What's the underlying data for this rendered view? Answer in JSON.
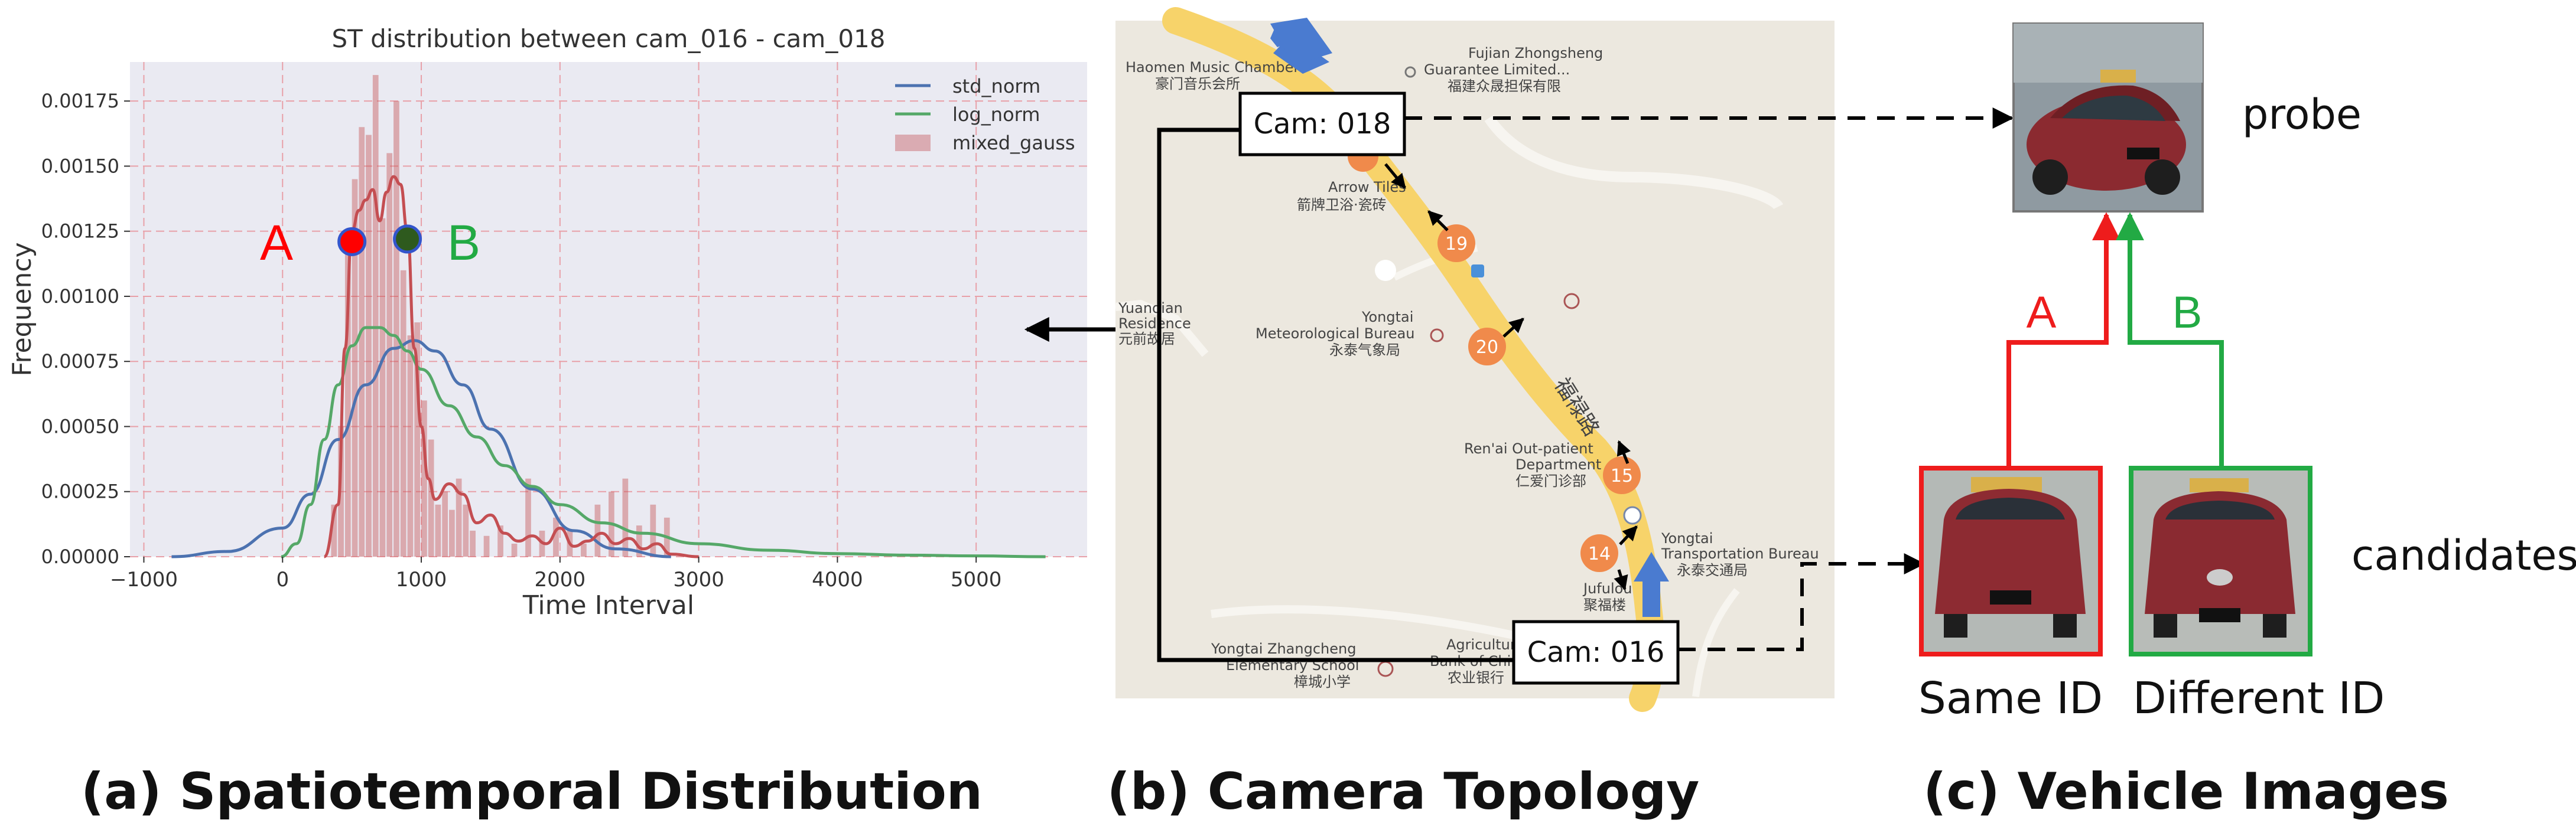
{
  "captions": {
    "a": "(a) Spatiotemporal Distribution",
    "b": "(b) Camera Topology",
    "c": "(c) Vehicle Images"
  },
  "chart_data": {
    "type": "line",
    "title": "ST distribution between cam_016 - cam_018",
    "xlabel": "Time Interval",
    "ylabel": "Frequency",
    "xlim": [
      -1100,
      5800
    ],
    "ylim": [
      0,
      0.0019
    ],
    "grid": true,
    "legend_position": "top-right",
    "xticks": [
      -1000,
      0,
      1000,
      2000,
      3000,
      4000,
      5000
    ],
    "yticks": [
      0.0,
      0.00025,
      0.0005,
      0.00075,
      0.001,
      0.00125,
      0.0015,
      0.00175
    ],
    "ytick_labels": [
      "0.00000",
      "0.00025",
      "0.00050",
      "0.00075",
      "0.00100",
      "0.00125",
      "0.00150",
      "0.00175"
    ],
    "series": [
      {
        "name": "std_norm",
        "color": "#4c72b0",
        "x": [
          -800,
          -400,
          0,
          200,
          400,
          600,
          800,
          950,
          1100,
          1300,
          1500,
          1800,
          2100,
          2400,
          2800
        ],
        "y": [
          0.0,
          2e-05,
          0.00011,
          0.00024,
          0.00045,
          0.00066,
          0.0008,
          0.00083,
          0.00079,
          0.00066,
          0.00049,
          0.00026,
          0.0001,
          3e-05,
          0.0
        ]
      },
      {
        "name": "log_norm",
        "color": "#55a868",
        "x": [
          -10,
          100,
          200,
          300,
          400,
          500,
          600,
          700,
          800,
          900,
          1000,
          1200,
          1400,
          1600,
          1800,
          2000,
          2300,
          2600,
          3000,
          3500,
          4000,
          4500,
          5000,
          5500
        ],
        "y": [
          0.0,
          5e-05,
          0.0002,
          0.00045,
          0.00066,
          0.00081,
          0.00088,
          0.00088,
          0.00085,
          0.00079,
          0.00072,
          0.00058,
          0.00046,
          0.00035,
          0.00027,
          0.0002,
          0.00013,
          9e-05,
          5e-05,
          2.5e-05,
          1.2e-05,
          6e-06,
          3e-06,
          0.0
        ]
      },
      {
        "name": "mixed_gauss",
        "color": "#c44e52",
        "x": [
          300,
          400,
          450,
          500,
          550,
          600,
          650,
          700,
          750,
          800,
          850,
          900,
          950,
          1000,
          1050,
          1100,
          1200,
          1300,
          1400,
          1500,
          1600,
          1700,
          1800,
          1900,
          2000,
          2100,
          2200,
          2300,
          2400,
          2500,
          2600,
          2700,
          2800,
          3000
        ],
        "y": [
          0.0,
          0.0002,
          0.0008,
          0.00125,
          0.00133,
          0.00137,
          0.00141,
          0.00129,
          0.0014,
          0.00146,
          0.00143,
          0.00125,
          0.0008,
          0.0005,
          0.0003,
          0.00022,
          0.00028,
          0.00024,
          0.00013,
          0.00016,
          9e-05,
          6e-05,
          8e-05,
          5e-05,
          0.00011,
          4e-05,
          6e-05,
          9e-05,
          5e-05,
          7e-05,
          3e-05,
          5e-05,
          1e-05,
          0.0
        ]
      }
    ],
    "histogram": {
      "name": "mixed_gauss",
      "color": "#c44e52",
      "bin_width": 50,
      "bin_starts": [
        350,
        400,
        450,
        500,
        550,
        600,
        650,
        700,
        750,
        800,
        850,
        900,
        950,
        1000,
        1050,
        1100,
        1150,
        1200,
        1250,
        1300,
        1350,
        1450,
        1550,
        1650,
        1750,
        1850,
        1950,
        2050,
        2150,
        2250,
        2350,
        2450,
        2550,
        2650,
        2750
      ],
      "values": [
        0.0002,
        0.0005,
        0.0012,
        0.00145,
        0.00165,
        0.00162,
        0.00185,
        0.0013,
        0.00155,
        0.00175,
        0.0011,
        0.00085,
        0.0009,
        0.0006,
        0.00045,
        0.0002,
        0.00025,
        0.00018,
        0.0003,
        0.0002,
        0.0001,
        8e-05,
        0.00012,
        5e-05,
        0.0003,
        0.0001,
        0.00015,
        0.0001,
        5e-05,
        0.0002,
        0.00025,
        0.0003,
        0.00012,
        0.0002,
        0.00015
      ]
    },
    "markers": [
      {
        "label": "A",
        "x": 500,
        "y": 0.00121,
        "fill": "#ff0000",
        "label_color": "#ff0000"
      },
      {
        "label": "B",
        "x": 900,
        "y": 0.00122,
        "fill": "#2e5a1e",
        "label_color": "#22aa44"
      }
    ]
  },
  "map": {
    "cam_018_label": "Cam: 018",
    "cam_016_label": "Cam: 016",
    "road_name": "福禄路",
    "places": [
      {
        "en": "Haomen Music Chamber",
        "cn": "豪门音乐会所"
      },
      {
        "en": "Fujian Zhongsheng",
        "cn": ""
      },
      {
        "en": "Guarantee Limited...",
        "cn": "福建众晟担保有限"
      },
      {
        "en": "Arrow Tiles",
        "cn": "箭牌卫浴·瓷砖"
      },
      {
        "en": "Yuanqian",
        "cn": ""
      },
      {
        "en": "Residence",
        "cn": "元前故居"
      },
      {
        "en": "Yongtai",
        "cn": ""
      },
      {
        "en": "Meteorological Bureau",
        "cn": "永泰气象局"
      },
      {
        "en": "Ren'ai Out-patient",
        "cn": ""
      },
      {
        "en": "Department",
        "cn": "仁爱门诊部"
      },
      {
        "en": "Yongtai",
        "cn": ""
      },
      {
        "en": "Transportation Bureau",
        "cn": "永泰交通局"
      },
      {
        "en": "Jufulou",
        "cn": "聚福楼"
      },
      {
        "en": "Yongtai Zhangcheng",
        "cn": ""
      },
      {
        "en": "Elementary School",
        "cn": "樟城小学"
      },
      {
        "en": "Agricultural",
        "cn": ""
      },
      {
        "en": "Bank of China",
        "cn": "农业银行"
      }
    ],
    "numbered_markers": [
      "19",
      "20",
      "15",
      "14"
    ]
  },
  "vehicles": {
    "probe_label": "probe",
    "candidates_label": "candidates",
    "same_id_label": "Same ID",
    "different_id_label": "Different ID",
    "path_a_label": "A",
    "path_b_label": "B",
    "path_a_color": "#ee1c1c",
    "path_b_color": "#22aa44"
  }
}
